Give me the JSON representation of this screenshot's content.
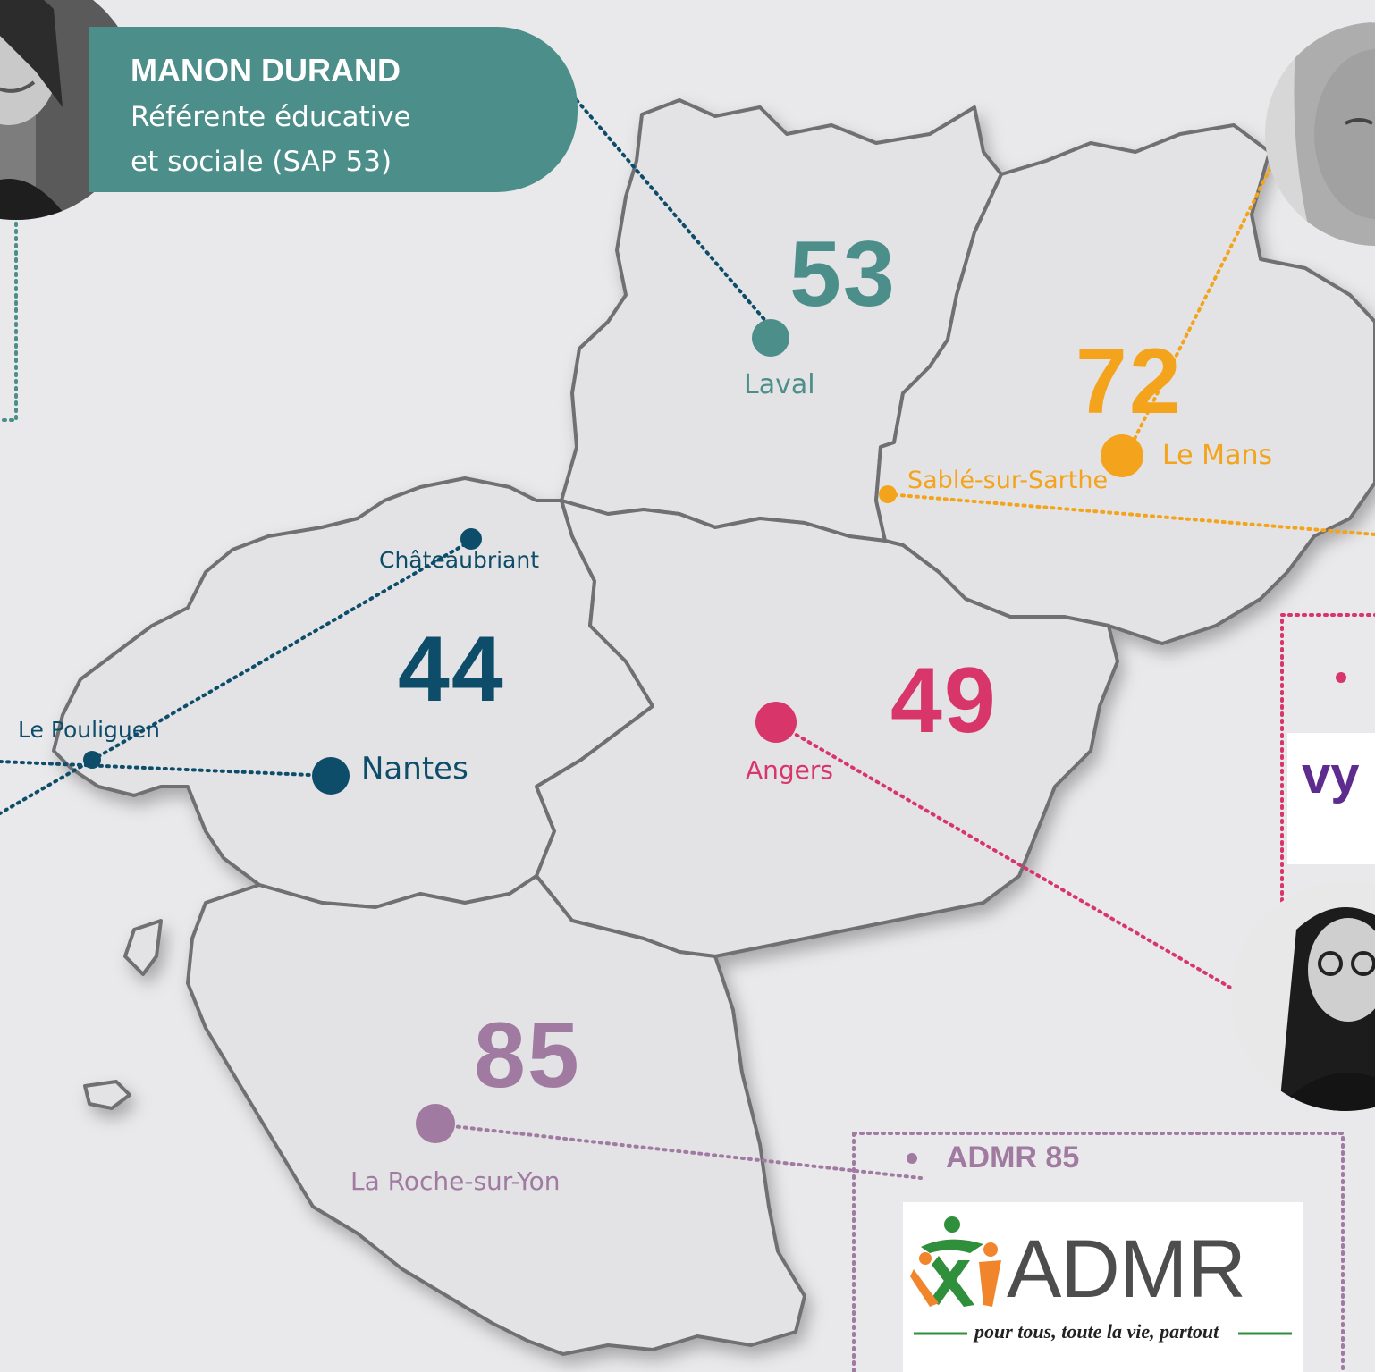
{
  "colors": {
    "background": "#e9e9eb",
    "region_fill": "#e3e3e6",
    "region_stroke": "#6f6f72",
    "dept_53": "#4b8e8a",
    "dept_72": "#f3a41c",
    "dept_44": "#0d4d69",
    "dept_49": "#d8366a",
    "dept_85": "#a07aa0",
    "card_bg": "#4b8e8a",
    "admr_green": "#2f8f3a",
    "admr_orange": "#f0852c",
    "admr_gray": "#4d4d4d",
    "vyv_purple": "#5e2c8f"
  },
  "contact": {
    "name": "MANON DURAND",
    "role_line1": "Référente éducative",
    "role_line2": "et sociale (SAP 53)"
  },
  "departments": [
    {
      "id": "53",
      "label": "53"
    },
    {
      "id": "72",
      "label": "72"
    },
    {
      "id": "44",
      "label": "44"
    },
    {
      "id": "49",
      "label": "49"
    },
    {
      "id": "85",
      "label": "85"
    }
  ],
  "cities": {
    "laval": "Laval",
    "le_mans": "Le Mans",
    "sable": "Sablé-sur-Sarthe",
    "chateaubriant": "Châteaubriant",
    "le_pouliguen": "Le Pouliguen",
    "nantes": "Nantes",
    "angers": "Angers",
    "la_roche": "La Roche-sur-Yon"
  },
  "partners": {
    "admr_title": "ADMR 85",
    "admr_logo_text": "ADMR",
    "admr_slogan": "pour tous, toute la vie, partout",
    "vyv_logo_text": "vy"
  },
  "icons": {
    "photo": "portrait-photo",
    "bullet": "bullet-dot",
    "city_marker": "location-dot",
    "admr_figures": "admr-people-logo"
  }
}
